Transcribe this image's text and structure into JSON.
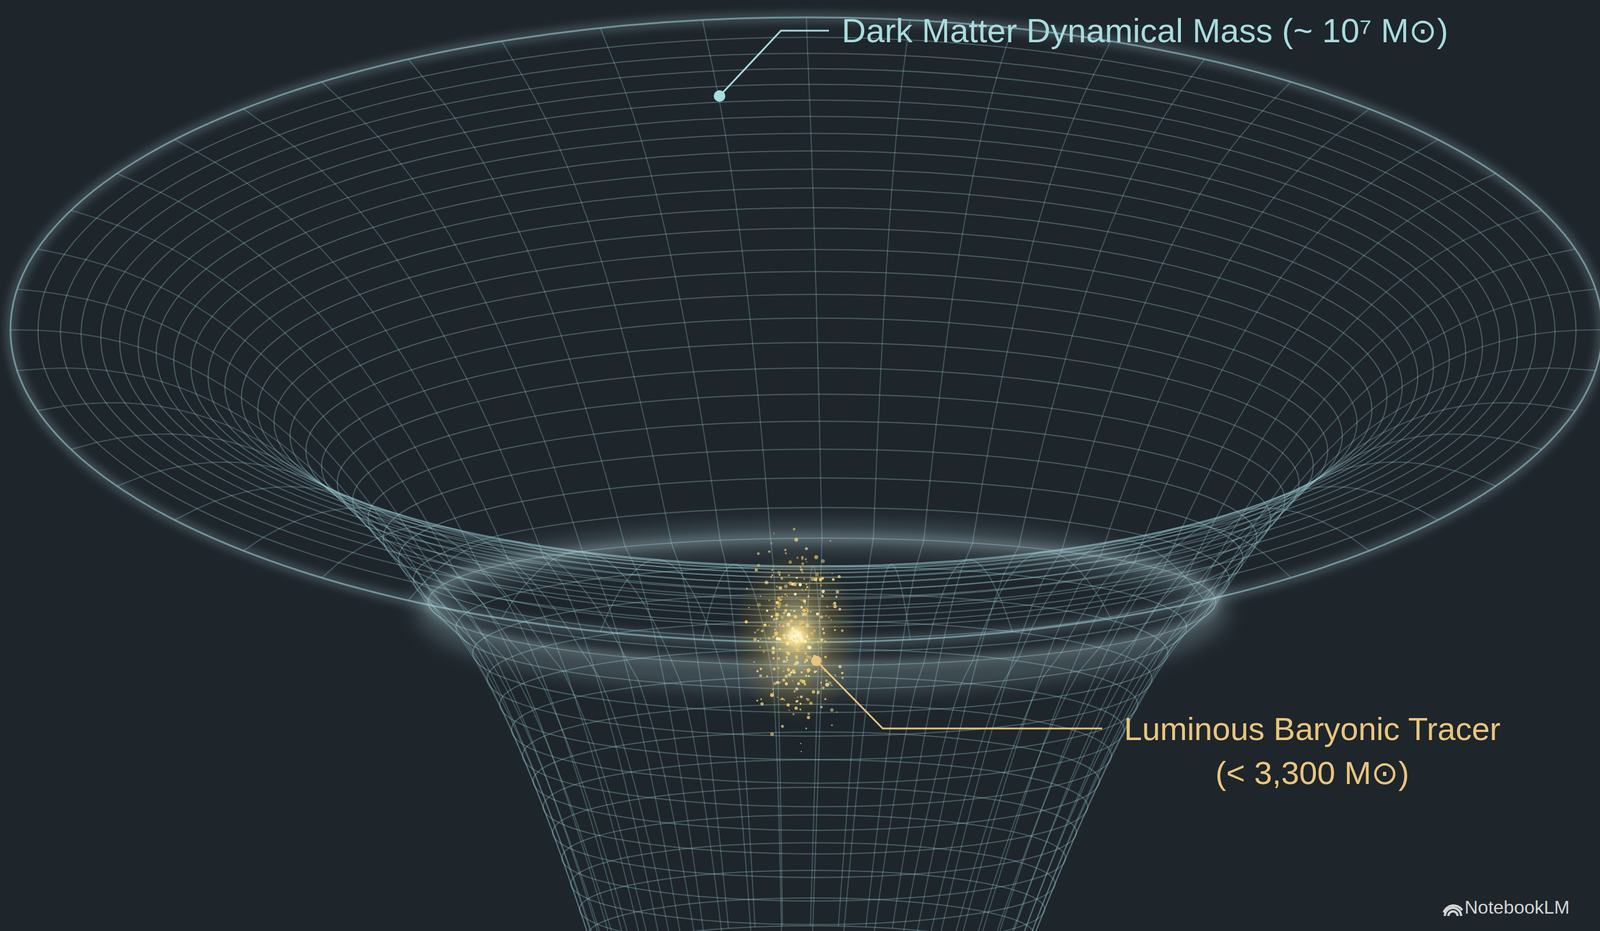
{
  "diagram": {
    "labels": [
      "Dark Matter Dynamical Mass (~ 10⁷ M⊙)",
      "Luminous Baryonic Tracer (< 3,300 M⊙)",
      "NotebookLM"
    ]
  }
}
